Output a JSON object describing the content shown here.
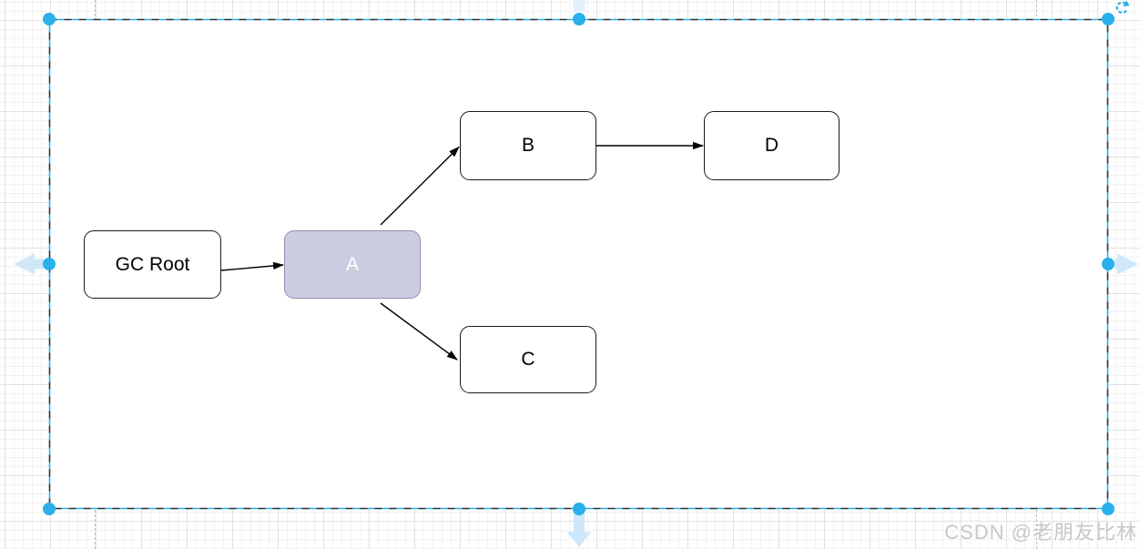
{
  "diagram": {
    "nodes": {
      "gc_root": {
        "label": "GC Root",
        "fill": "#ffffff",
        "stroke": "#1a1a1a",
        "text_color": "#000000"
      },
      "a": {
        "label": "A",
        "fill": "#cdcde1",
        "stroke": "#8e8eae",
        "text_color": "#ffffff"
      },
      "b": {
        "label": "B",
        "fill": "#ffffff",
        "stroke": "#1a1a1a",
        "text_color": "#000000"
      },
      "c": {
        "label": "C",
        "fill": "#ffffff",
        "stroke": "#1a1a1a",
        "text_color": "#000000"
      },
      "d": {
        "label": "D",
        "fill": "#ffffff",
        "stroke": "#1a1a1a",
        "text_color": "#000000"
      }
    },
    "edges": [
      {
        "from": "GC Root",
        "to": "A"
      },
      {
        "from": "A",
        "to": "B"
      },
      {
        "from": "A",
        "to": "C"
      },
      {
        "from": "B",
        "to": "D"
      }
    ],
    "edge_color": "#000000"
  },
  "selection": {
    "selected_shape": "group-container",
    "handle_color": "#29b0ea",
    "dash_colors": [
      "#2e2e2e",
      "#29b0ea"
    ],
    "handles": [
      "top-left",
      "top-center",
      "top-right",
      "middle-left",
      "middle-right",
      "bottom-left",
      "bottom-center",
      "bottom-right"
    ],
    "rotate_icon": "rotate-clockwise-icon",
    "direction_arrows": [
      "up",
      "left",
      "right",
      "down"
    ],
    "direction_arrow_color": "#cfe7fa"
  },
  "page": {
    "boundary_line_style": "dashed",
    "boundary_line_color": "#bcbcbc"
  },
  "watermark": {
    "text": "CSDN @老朋友比林"
  }
}
